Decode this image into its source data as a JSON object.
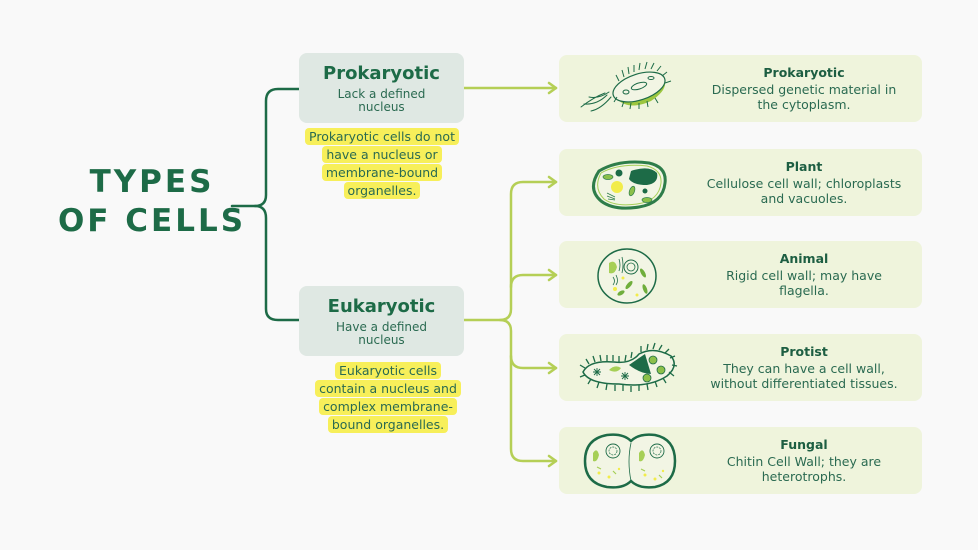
{
  "title": {
    "line1": "TYPES",
    "line2": "OF CELLS"
  },
  "colors": {
    "dark_green": "#1d6b47",
    "lime": "#b5cf56",
    "category_box": "#dfe8e3",
    "highlight": "#f7ef5a",
    "card_bg": "#eff4dc",
    "background": "#f9f9f9"
  },
  "categories": [
    {
      "title": "Prokaryotic",
      "subtitle": "Lack a defined nucleus",
      "note": "Prokaryotic cells do not have a nucleus or membrane-bound organelles."
    },
    {
      "title": "Eukaryotic",
      "subtitle": "Have a defined nucleus",
      "note": "Eukaryotic cells contain a nucleus and complex membrane-bound organelles."
    }
  ],
  "cards": [
    {
      "title": "Prokaryotic",
      "description": "Dispersed genetic material in the cytoplasm.",
      "icon": "bacterium-icon"
    },
    {
      "title": "Plant",
      "description": "Cellulose cell wall; chloroplasts and vacuoles.",
      "icon": "plant-cell-icon"
    },
    {
      "title": "Animal",
      "description": "Rigid cell wall; may have flagella.",
      "icon": "animal-cell-icon"
    },
    {
      "title": "Protist",
      "description": "They can have a cell wall, without differentiated tissues.",
      "icon": "paramecium-icon"
    },
    {
      "title": "Fungal",
      "description": "Chitin Cell Wall; they are heterotrophs.",
      "icon": "fungal-cell-icon"
    }
  ]
}
